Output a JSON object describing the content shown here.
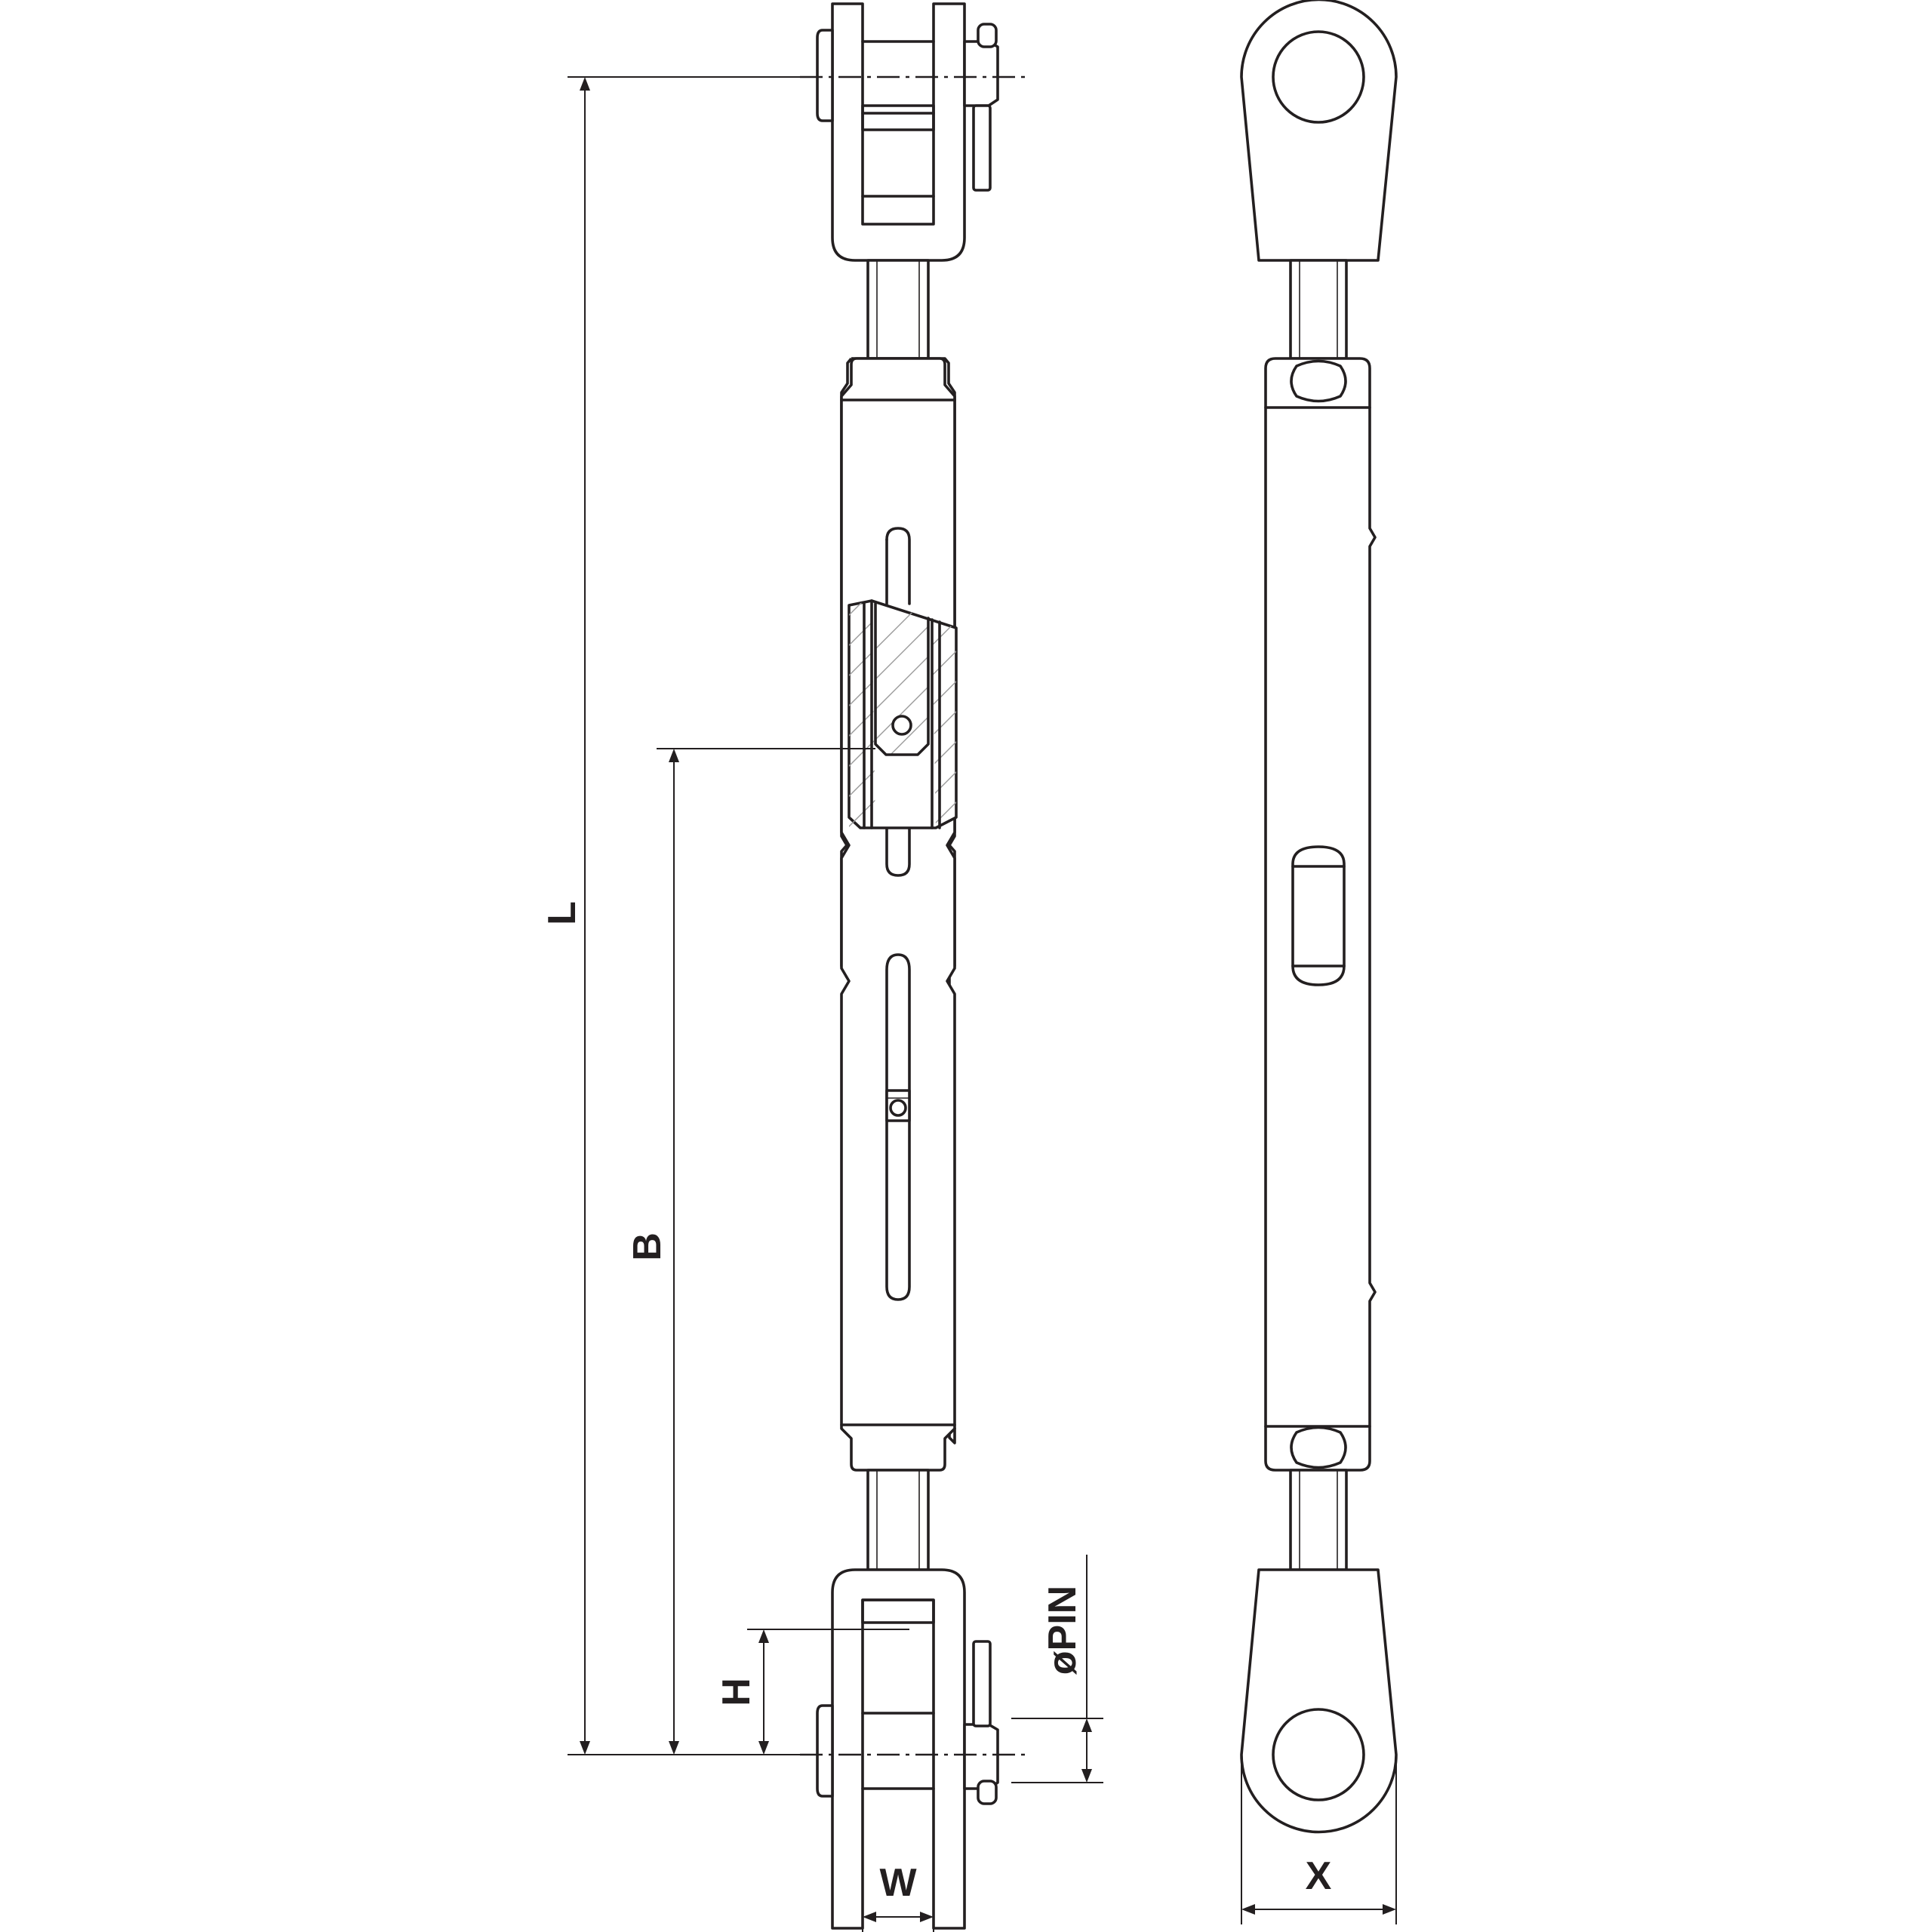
{
  "dimensions": {
    "L": "L",
    "B": "B",
    "H": "H",
    "PIN": "øPIN",
    "W": "W",
    "X": "X"
  }
}
